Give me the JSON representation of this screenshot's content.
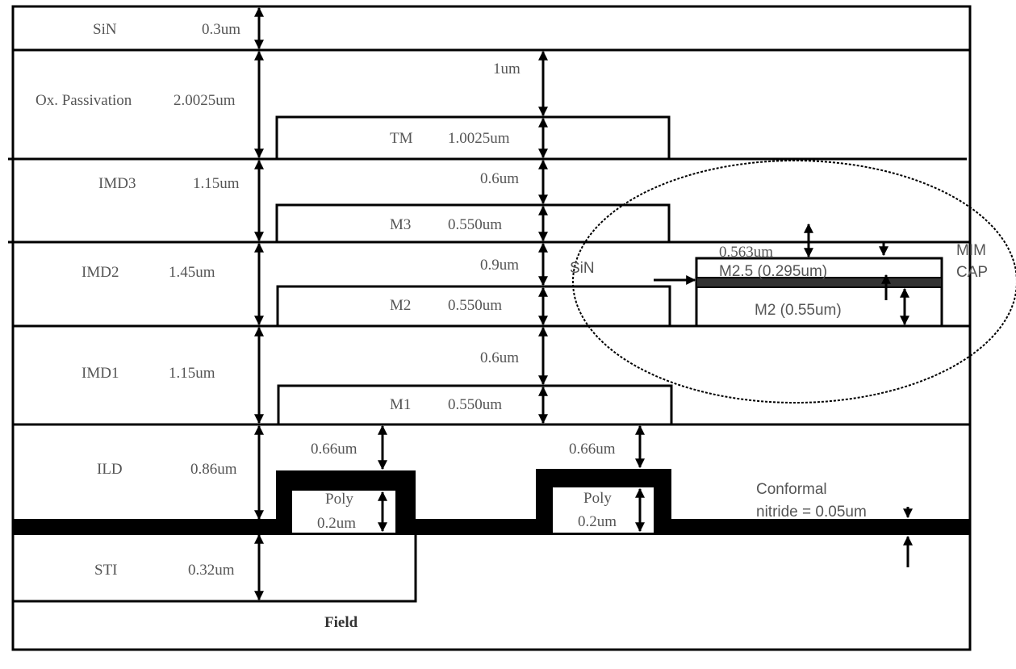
{
  "layers": [
    {
      "name": "SiN",
      "thickness": "0.3um"
    },
    {
      "name": "Ox. Passivation",
      "thickness": "2.0025um"
    },
    {
      "name": "IMD3",
      "thickness": "1.15um"
    },
    {
      "name": "IMD2",
      "thickness": "1.45um"
    },
    {
      "name": "IMD1",
      "thickness": "1.15um"
    },
    {
      "name": "ILD",
      "thickness": "0.86um"
    },
    {
      "name": "STI",
      "thickness": "0.32um"
    }
  ],
  "metals": [
    {
      "name": "TM",
      "thickness": "1.0025um",
      "spacing": "1um"
    },
    {
      "name": "M3",
      "thickness": "0.550um",
      "spacing": "0.6um"
    },
    {
      "name": "M2",
      "thickness": "0.550um",
      "spacing": "0.9um"
    },
    {
      "name": "M1",
      "thickness": "0.550um",
      "spacing": "0.6um"
    }
  ],
  "poly": [
    {
      "label": "Poly",
      "thickness": "0.2um",
      "spacing": "0.66um"
    },
    {
      "label": "Poly",
      "thickness": "0.2um",
      "spacing": "0.66um"
    }
  ],
  "field_label": "Field",
  "mim": {
    "label_line1": "MIM",
    "label_line2": "CAP",
    "sin_label": "SiN",
    "top_gap": "0.563um",
    "m25_label": "M2.5 (0.295um)",
    "m2_label": "M2 (0.55um)"
  },
  "nitride": {
    "line1": "Conformal",
    "line2": "nitride = 0.05um"
  }
}
